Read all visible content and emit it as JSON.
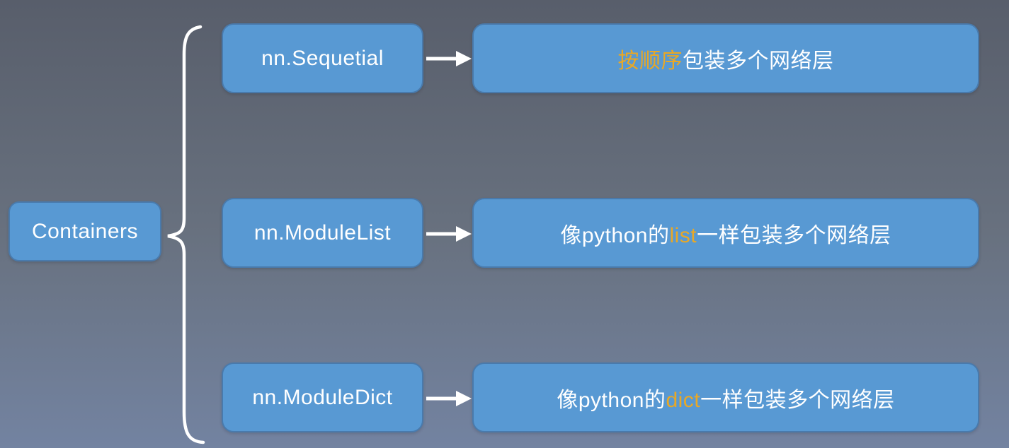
{
  "diagram": {
    "title_hint": "PyTorch Containers overview",
    "root": {
      "label": "Containers"
    },
    "rows": [
      {
        "module": "nn.Sequetial",
        "desc": {
          "pre": "",
          "highlight": "按顺序",
          "post": "包装多个网络层"
        }
      },
      {
        "module": "nn.ModuleList",
        "desc": {
          "pre": "像python的",
          "highlight": "list",
          "post": "一样包装多个网络层"
        }
      },
      {
        "module": "nn.ModuleDict",
        "desc": {
          "pre": "像python的",
          "highlight": "dict",
          "post": "一样包装多个网络层"
        }
      }
    ],
    "colors": {
      "box_fill": "#5899d3",
      "box_border": "#426a96",
      "text": "#ffffff",
      "highlight_text": "#e9a825",
      "connector": "#ffffff",
      "background_top": "#585e6b",
      "background_mid": "#68717f",
      "background_bottom": "#7383a1"
    }
  }
}
